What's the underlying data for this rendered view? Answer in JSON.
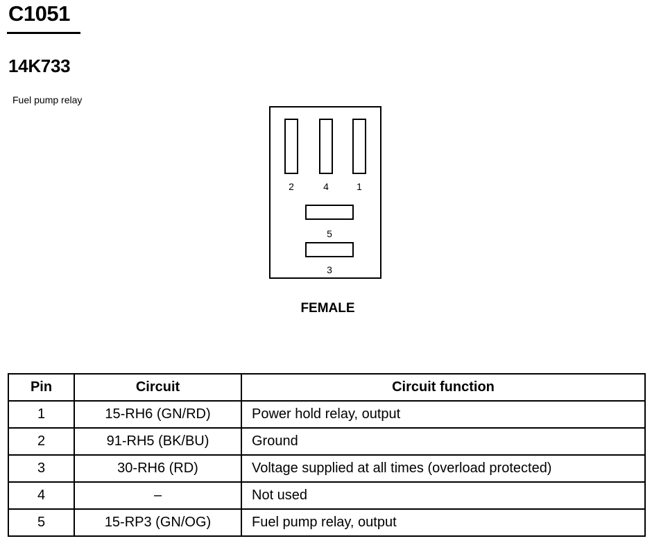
{
  "header": {
    "connector_id": "C1051",
    "part_number": "14K733",
    "description": "Fuel pump relay"
  },
  "connector": {
    "gender": "FEMALE",
    "pin_labels": [
      "2",
      "4",
      "1",
      "5",
      "3"
    ]
  },
  "table": {
    "headers": [
      "Pin",
      "Circuit",
      "Circuit function"
    ],
    "rows": [
      {
        "pin": "1",
        "circuit": "15-RH6 (GN/RD)",
        "function": "Power hold relay, output"
      },
      {
        "pin": "2",
        "circuit": "91-RH5 (BK/BU)",
        "function": "Ground"
      },
      {
        "pin": "3",
        "circuit": "30-RH6 (RD)",
        "function": "Voltage supplied at all times (overload protected)"
      },
      {
        "pin": "4",
        "circuit": "–",
        "function": "Not used"
      },
      {
        "pin": "5",
        "circuit": "15-RP3 (GN/OG)",
        "function": "Fuel pump relay, output"
      }
    ]
  }
}
